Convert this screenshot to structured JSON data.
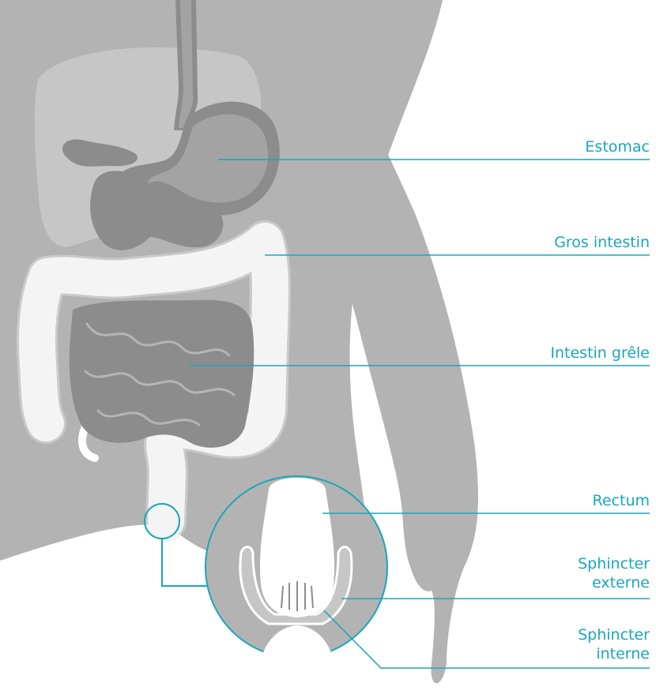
{
  "colors": {
    "body": "#b3b3b3",
    "organ_light": "#c6c6c6",
    "organ_dark": "#8c8c8c",
    "intestine": "#ffffff",
    "accent": "#1aa6bc"
  },
  "labels": {
    "estomac": "Estomac",
    "gros_intestin": "Gros intestin",
    "intestin_grele": "Intestin grêle",
    "rectum": "Rectum",
    "sphincter_externe_line1": "Sphincter",
    "sphincter_externe_line2": "externe",
    "sphincter_interne_line1": "Sphincter",
    "sphincter_interne_line2": "interne"
  }
}
